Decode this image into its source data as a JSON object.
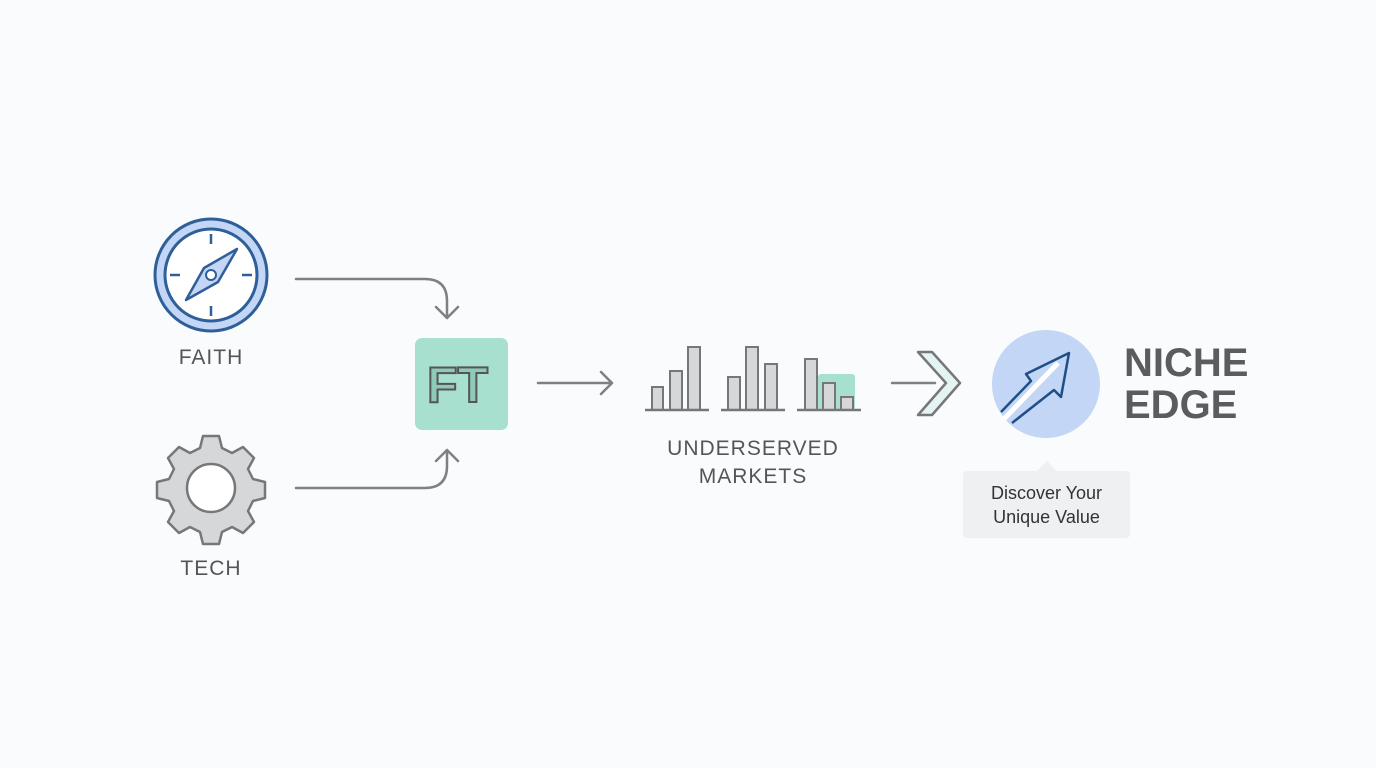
{
  "inputs": [
    {
      "label": "FAITH",
      "icon": "compass-icon"
    },
    {
      "label": "TECH",
      "icon": "gear-icon"
    }
  ],
  "merge": {
    "label": "FT",
    "icon": "ft-monogram-icon"
  },
  "markets": {
    "line1": "UNDERSERVED",
    "line2": "MARKETS",
    "icon": "bar-charts-icon"
  },
  "result": {
    "line1": "NICHE",
    "line2": "EDGE",
    "icon": "growth-arrow-icon"
  },
  "tooltip": {
    "line1": "Discover Your",
    "line2": "Unique Value"
  },
  "colors": {
    "blue": "#2f5f98",
    "light_blue": "#c3d6f5",
    "teal": "#a8e0d0",
    "gray": "#777"
  }
}
